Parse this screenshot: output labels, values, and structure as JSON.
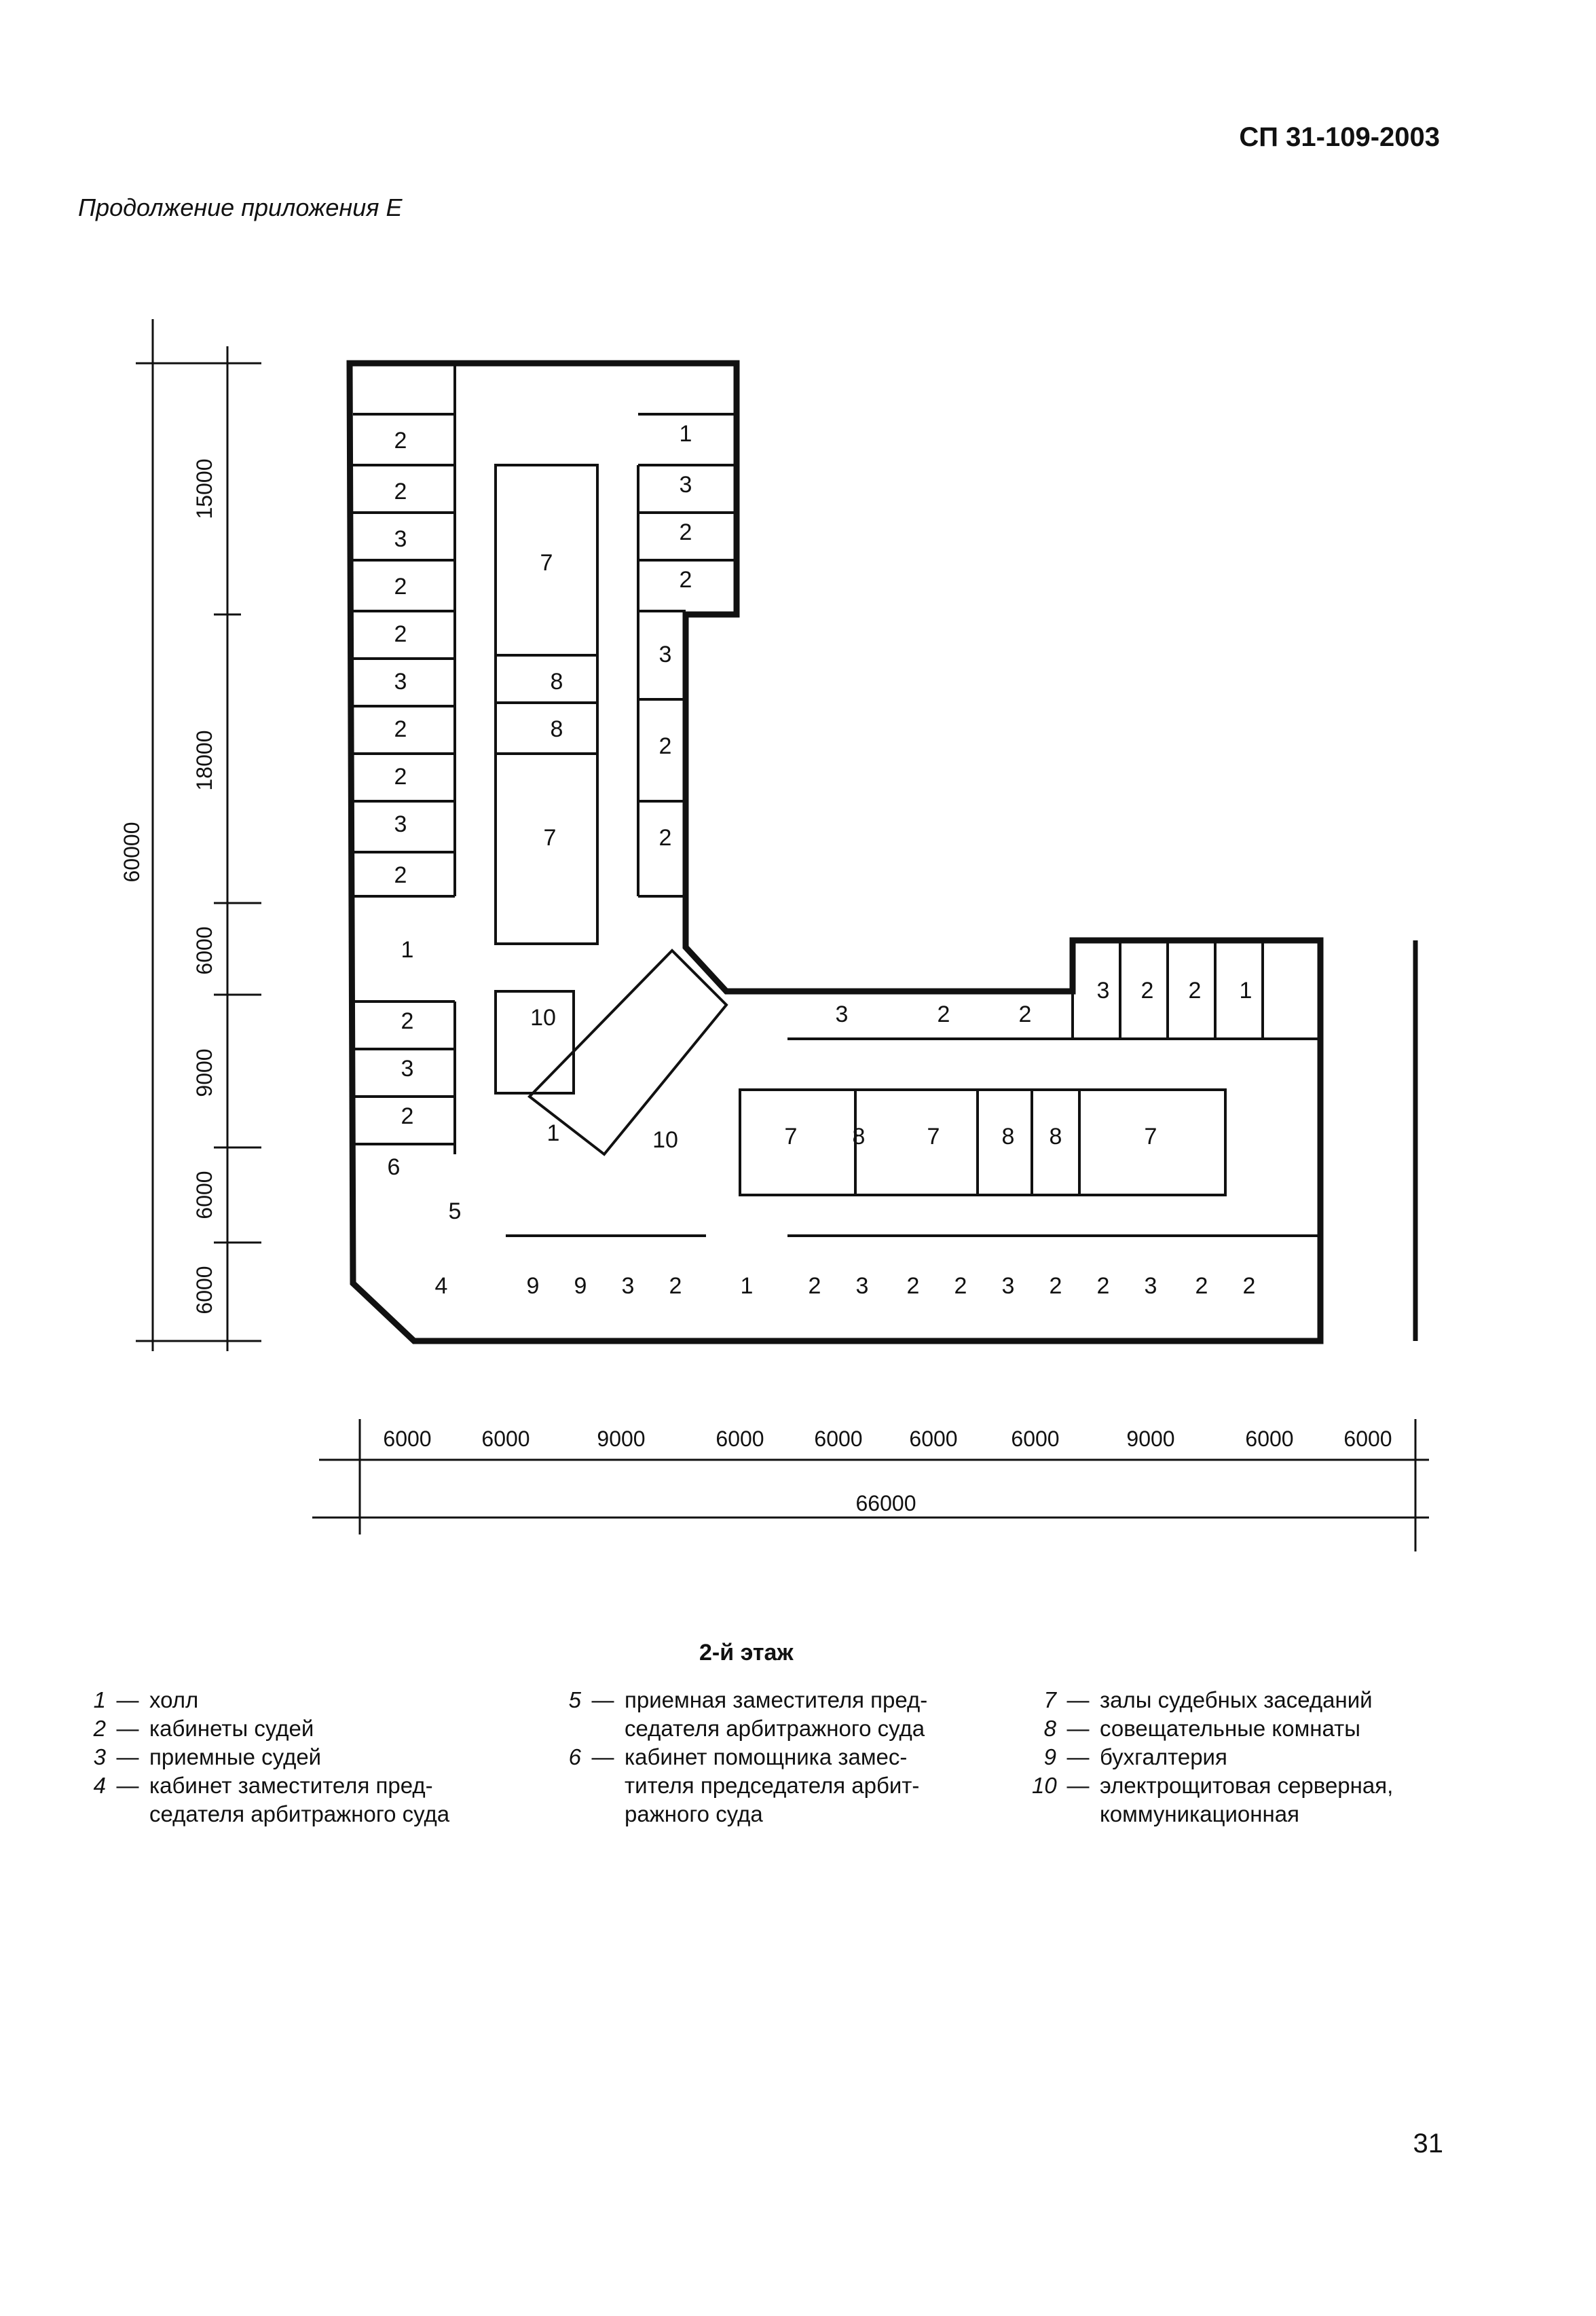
{
  "header": {
    "doc_code": "СП 31-109-2003",
    "subtitle": "Продолжение приложения Е"
  },
  "plan": {
    "left_dimensions": [
      "15000",
      "18000",
      "6000",
      "9000",
      "6000",
      "6000"
    ],
    "left_total": "60000",
    "bottom_dimensions": [
      "6000",
      "6000",
      "9000",
      "6000",
      "6000",
      "6000",
      "6000",
      "9000",
      "6000",
      "6000"
    ],
    "bottom_total": "66000",
    "room_labels": [
      "1",
      "2",
      "3",
      "4",
      "5",
      "6",
      "7",
      "8",
      "9",
      "10"
    ]
  },
  "floor_title": "2-й этаж",
  "legend": {
    "col1": [
      {
        "num": "1",
        "text": "холл"
      },
      {
        "num": "2",
        "text": "кабинеты судей"
      },
      {
        "num": "3",
        "text": "приемные судей"
      },
      {
        "num": "4",
        "text": "кабинет заместителя пред-",
        "cont": "седателя арбитражного суда"
      }
    ],
    "col2": [
      {
        "num": "5",
        "text": "приемная заместителя пред-",
        "cont": "седателя арбитражного суда"
      },
      {
        "num": "6",
        "text": "кабинет помощника замес-",
        "cont": "тителя председателя арбит-",
        "cont2": "ражного суда"
      }
    ],
    "col3": [
      {
        "num": "7",
        "text": "залы судебных заседаний"
      },
      {
        "num": "8",
        "text": "совещательные комнаты"
      },
      {
        "num": "9",
        "text": "бухгалтерия"
      },
      {
        "num": "10",
        "text": "электрощитовая серверная,",
        "cont": "коммуникационная"
      }
    ]
  },
  "page_number": "31"
}
